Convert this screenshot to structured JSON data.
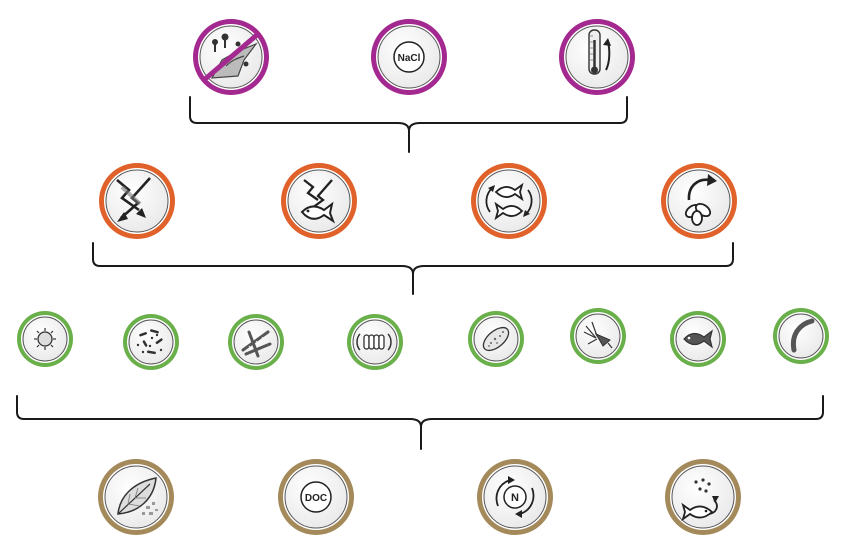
{
  "colors": {
    "row1_ring": "#a3288f",
    "row2_ring": "#e0622a",
    "row3_ring": "#6ab04a",
    "row4_ring": "#a48a5a",
    "bracket": "#1a1a1a",
    "icon": "#333333"
  },
  "rows": [
    {
      "name": "drivers",
      "icons": [
        {
          "icon": "pollution-spreading-icon"
        },
        {
          "icon": "salinity-nacl-icon",
          "text": "NaCl"
        },
        {
          "icon": "rising-temperature-icon"
        }
      ]
    },
    {
      "name": "pressures",
      "icons": [
        {
          "icon": "disturbance-arrows-icon"
        },
        {
          "icon": "disturbance-fish-icon"
        },
        {
          "icon": "fish-cycle-icon"
        },
        {
          "icon": "dispersal-seed-icon"
        }
      ]
    },
    {
      "name": "organisms",
      "icons": [
        {
          "icon": "virus-icon"
        },
        {
          "icon": "bacteria-icon"
        },
        {
          "icon": "diatom-algae-icon"
        },
        {
          "icon": "filament-cyanobacteria-icon"
        },
        {
          "icon": "protozoan-icon"
        },
        {
          "icon": "zooplankton-icon"
        },
        {
          "icon": "fish-icon"
        },
        {
          "icon": "worm-icon"
        }
      ]
    },
    {
      "name": "processes",
      "icons": [
        {
          "icon": "leaf-decomposition-icon"
        },
        {
          "icon": "doc-icon",
          "text": "DOC"
        },
        {
          "icon": "nitrogen-cycle-icon",
          "text": "N"
        },
        {
          "icon": "fish-nutrient-excretion-icon"
        }
      ]
    }
  ]
}
